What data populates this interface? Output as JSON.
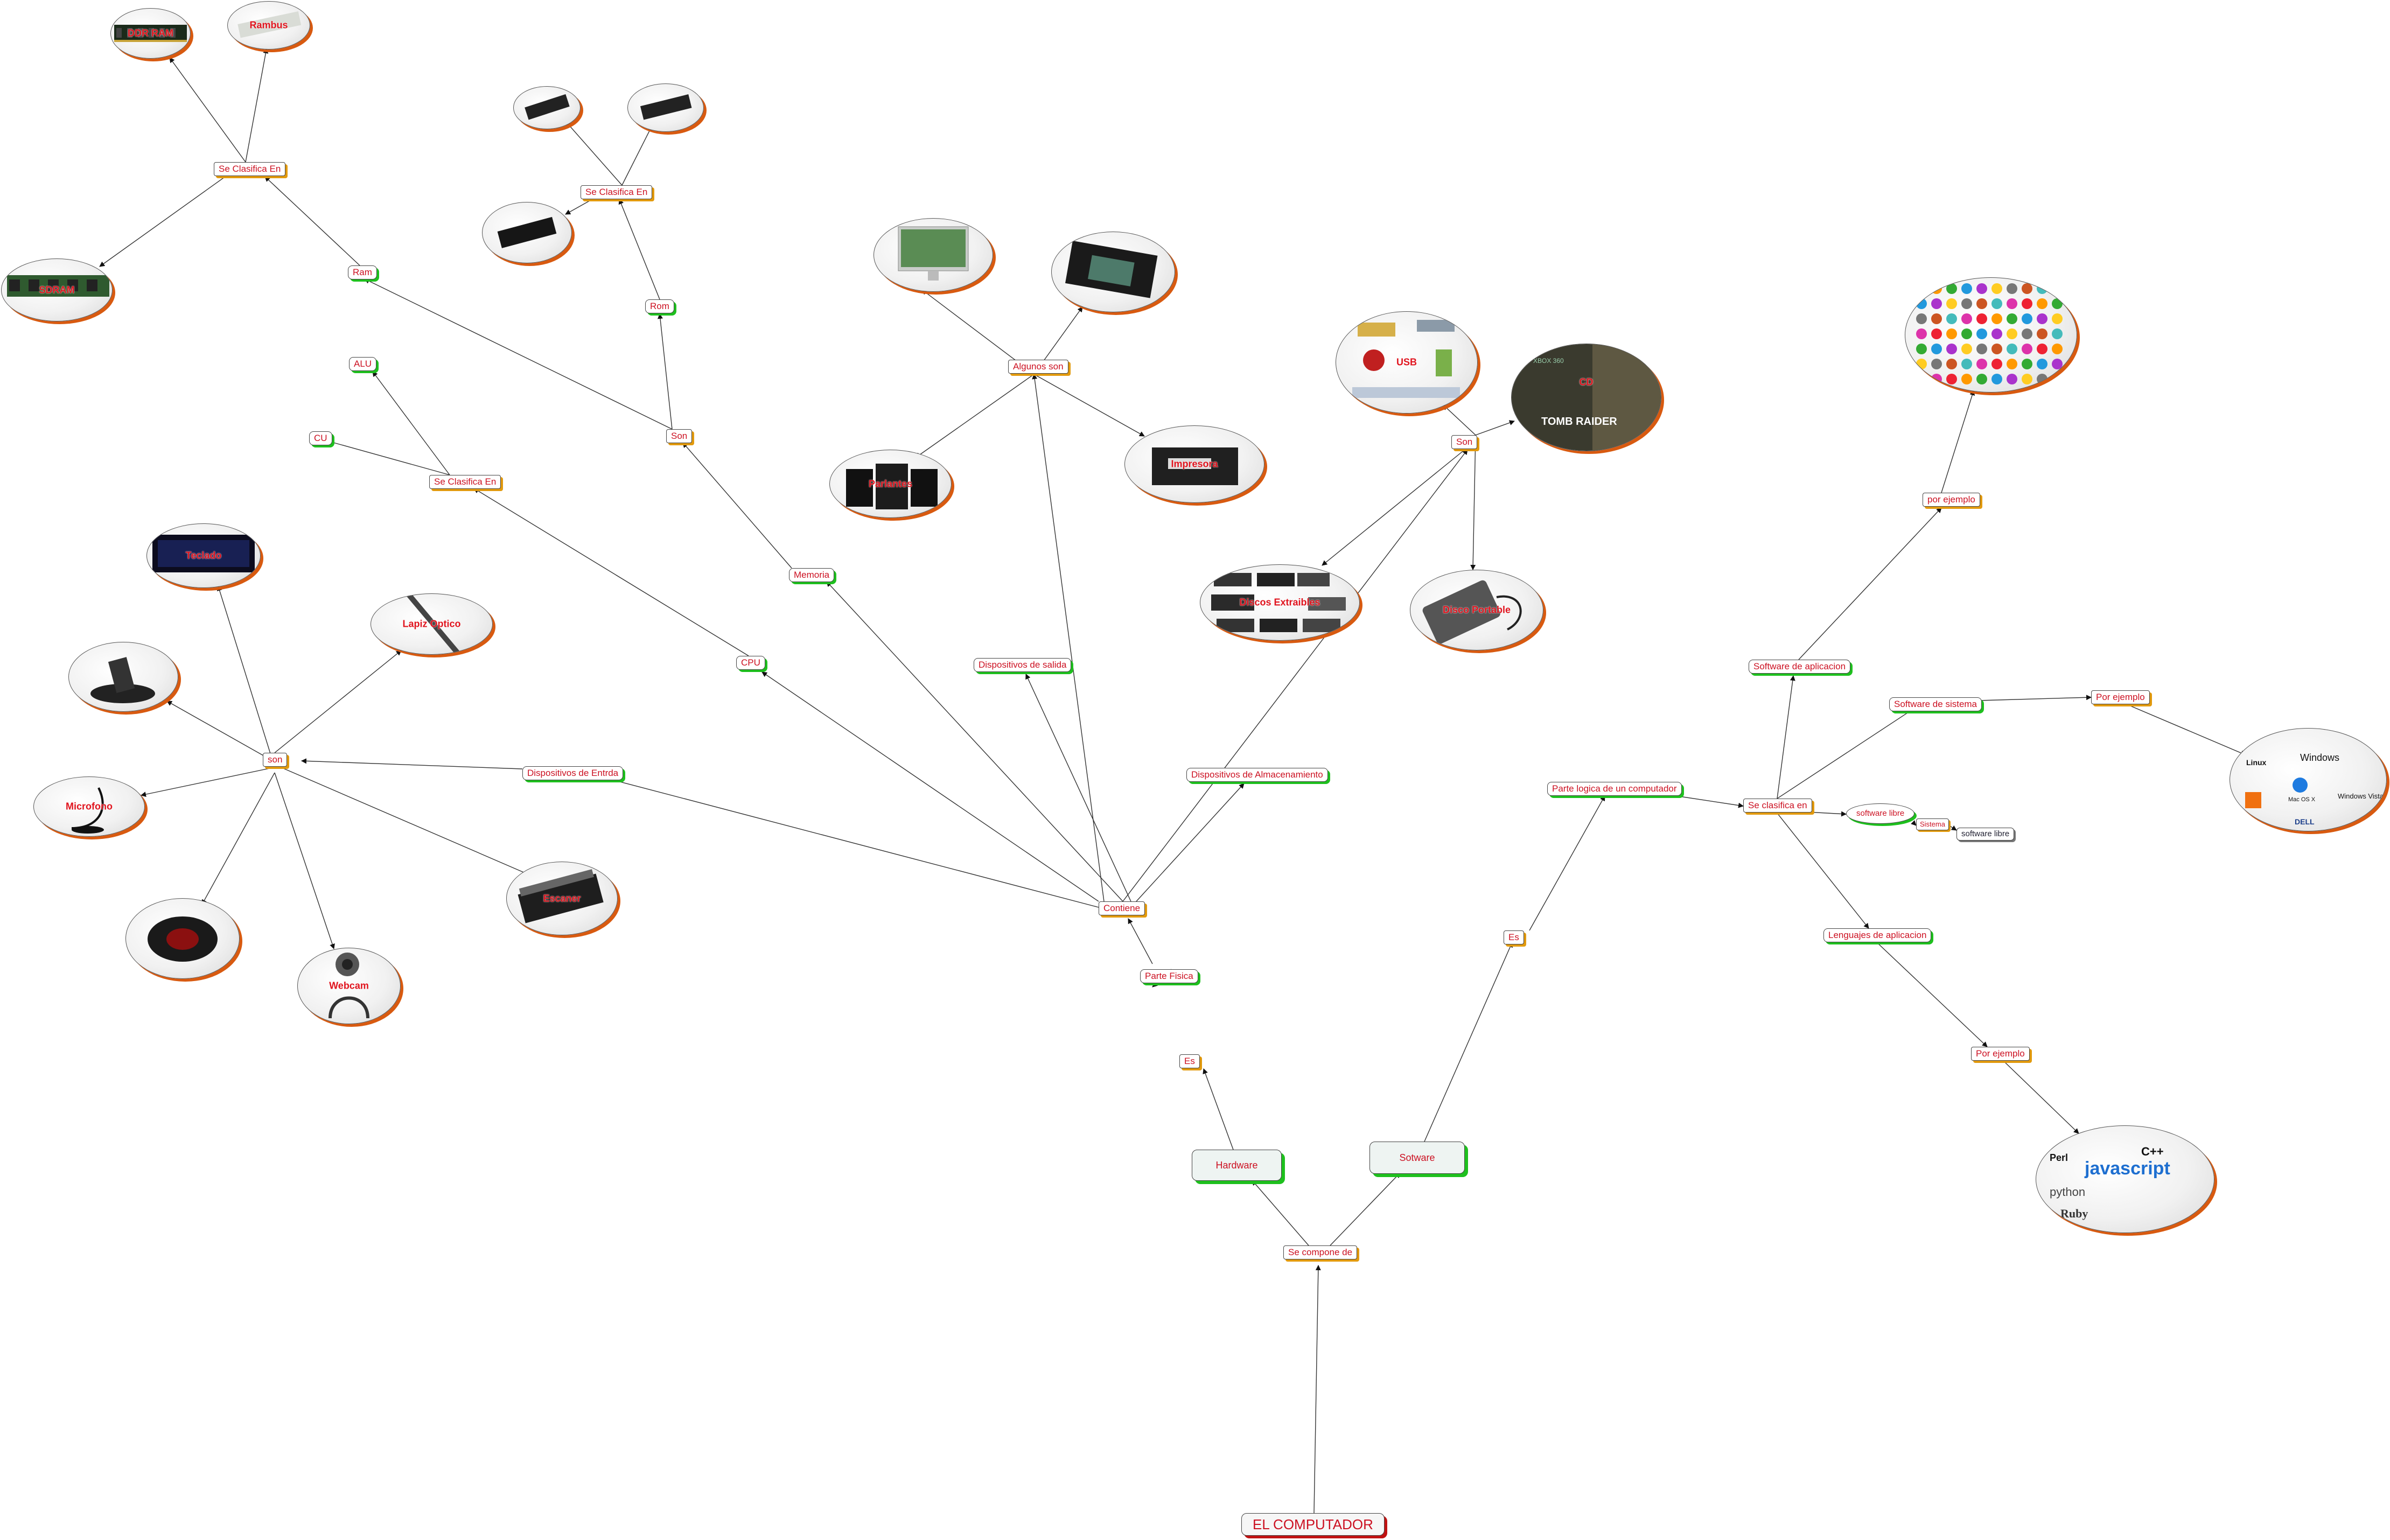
{
  "root": "EL COMPUTADOR",
  "compose": "Se compone de",
  "hardware": "Hardware",
  "software": "Sotware",
  "es_hw": "Es",
  "es_sw": "Es",
  "parte_fisica": "Parte Fisica",
  "parte_logica": "Parte logica de un computador",
  "contiene": "Contiene",
  "memoria": "Memoria",
  "cpu": "CPU",
  "disp_entrada": "Dispositivos de Entrda",
  "disp_salida": "Dispositivos de salida",
  "disp_almac": "Dispositivos de Almacenamiento",
  "son_mem": "Son",
  "ram": "Ram",
  "rom": "Rom",
  "se_clasifica_ram": "Se Clasifica En",
  "se_clasifica_rom": "Se Clasifica En",
  "se_clasifica_cpu": "Se Clasifica En",
  "alu": "ALU",
  "cu": "CU",
  "algunos_son": "Algunos son",
  "son_alm": "Son",
  "son_ent": "son",
  "se_clasifica_sw": "Se clasifica en",
  "sw_aplicacion": "Software de aplicacion",
  "sw_sistema": "Software de sistema",
  "sw_libre": "software libre",
  "sw_libre_small": "software libre",
  "tiny_node": "Sistema",
  "lenguajes": "Lenguajes de aplicacion",
  "por_ejemplo_app": "por ejemplo",
  "por_ejemplo_sys": "Por ejemplo",
  "por_ejemplo_lang": "Por ejemplo",
  "pics": {
    "ddr": "DDR RAM",
    "rambus": "Rambus",
    "sdram": "SDRAM",
    "rom1": "",
    "rom2": "",
    "rom3": "",
    "monitor": "",
    "camara": "",
    "parlantes": "Parlantes",
    "impresora": "Impresora",
    "usb": "USB",
    "cd": "CD",
    "extraibles": "Discos Extraibles",
    "disco": "Disco Portable",
    "teclado": "Teclado",
    "lapiz": "Lapiz Optico",
    "joystick": "",
    "microfono": "Microfono",
    "mouse": "",
    "webcam": "Webcam",
    "escaner": "Escaner",
    "apps": "",
    "os": "",
    "langs": ""
  },
  "pic_text": {
    "xbox": "XBOX 360",
    "tomb": "TOMB RAIDER",
    "java": "javascript",
    "cpp": "C++",
    "perl": "Perl",
    "python": "python",
    "ruby": "Ruby",
    "linux": "Linux",
    "windows": "Windows",
    "macos": "Mac OS X",
    "vista": "Windows Vista",
    "dell": "DELL"
  },
  "colors": {
    "node_text": "#cc1122",
    "orange_shadow": "#e29a0e",
    "green_shadow": "#1ec01e",
    "pic_shadow": "#d85a10",
    "root_shadow": "#c01212"
  }
}
